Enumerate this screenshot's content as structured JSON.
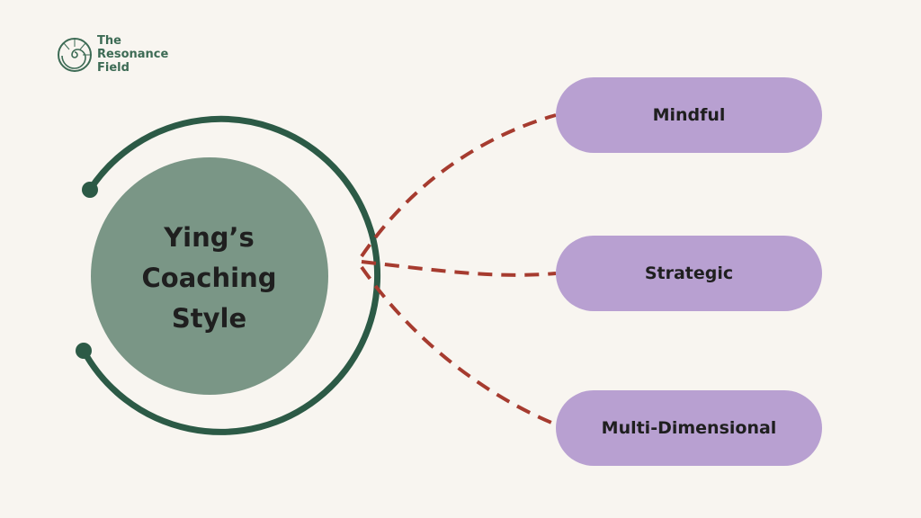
{
  "brand": {
    "line1": "The",
    "line2": "Resonance",
    "line3": "Field",
    "icon": "nautilus-shell-icon",
    "color": "#3d6b55"
  },
  "center": {
    "line1": "Ying’s",
    "line2": "Coaching",
    "line3": "Style",
    "fill": "#7a9686",
    "ring": "#2c5a46"
  },
  "connector_color": "#a63b2f",
  "pill_color": "#b8a0d1",
  "nodes": [
    {
      "label": "Mindful"
    },
    {
      "label": "Strategic"
    },
    {
      "label": "Multi-Dimensional"
    }
  ]
}
